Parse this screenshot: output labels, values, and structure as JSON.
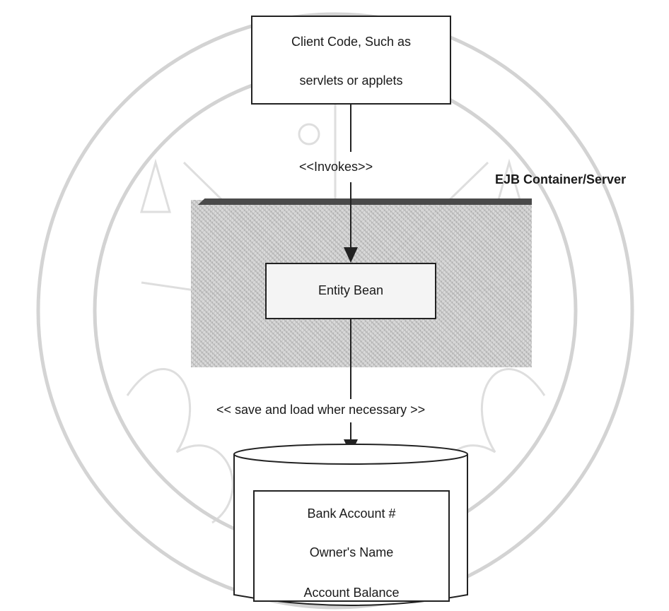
{
  "client": {
    "line1": "Client Code, Such as",
    "line2": "servlets or applets"
  },
  "invokes_label": "<<Invokes>>",
  "container_label": "EJB Container/Server",
  "entity_bean_label": "Entity Bean",
  "persist_label": "<< save and load wher necessary >>",
  "database": {
    "fields": [
      "Bank Account #",
      "Owner's Name",
      "Account Balance"
    ]
  },
  "colors": {
    "line": "#222222",
    "container_fill": "#cfcfcf",
    "watermark": "#c8c8c8"
  }
}
